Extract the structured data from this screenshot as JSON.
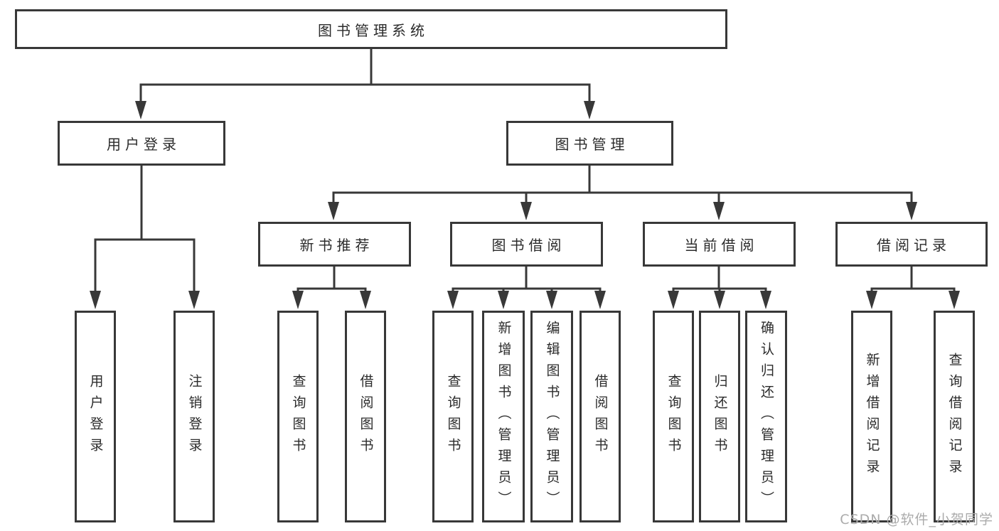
{
  "diagram_title": "图书管理系统",
  "watermark": "CSDN @软件_小贺同学",
  "colors": {
    "line": "#383838",
    "box_border": "#383838",
    "text": "#2b2b2b",
    "watermark": "#ababab",
    "background": "#ffffff"
  },
  "tree": {
    "root": {
      "label": "图书管理系统"
    },
    "branches": [
      {
        "label": "用户登录",
        "children": [
          {
            "label": "用户登录"
          },
          {
            "label": "注销登录"
          }
        ]
      },
      {
        "label": "图书管理",
        "children": [
          {
            "label": "新书推荐",
            "children": [
              {
                "label": "查询图书"
              },
              {
                "label": "借阅图书"
              }
            ]
          },
          {
            "label": "图书借阅",
            "children": [
              {
                "label": "查询图书"
              },
              {
                "label": "新增图书（管理员）"
              },
              {
                "label": "编辑图书（管理员）"
              },
              {
                "label": "借阅图书"
              }
            ]
          },
          {
            "label": "当前借阅",
            "children": [
              {
                "label": "查询图书"
              },
              {
                "label": "归还图书"
              },
              {
                "label": "确认归还（管理员）"
              }
            ]
          },
          {
            "label": "借阅记录",
            "children": [
              {
                "label": "新增借阅记录"
              },
              {
                "label": "查询借阅记录"
              }
            ]
          }
        ]
      }
    ]
  }
}
